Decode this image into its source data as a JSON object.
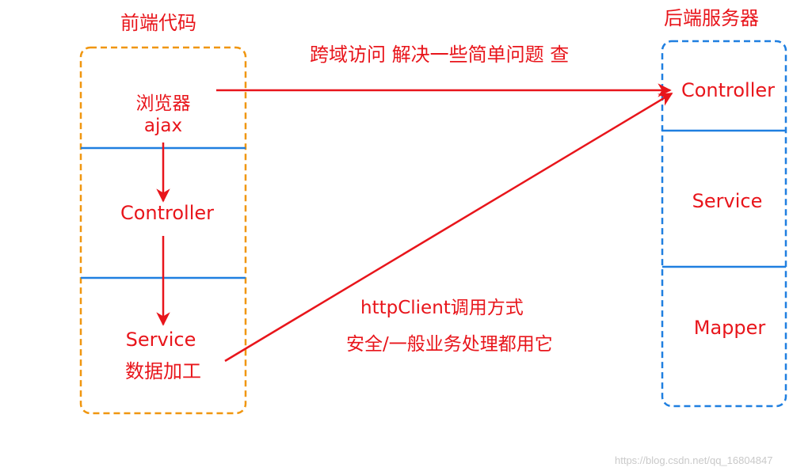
{
  "frontend": {
    "title": "前端代码",
    "section_browser": "浏览器",
    "section_browser_sub": "ajax",
    "section_controller": "Controller",
    "section_service": "Service",
    "section_service_sub": "数据加工"
  },
  "backend": {
    "title": "后端服务器",
    "section_controller": "Controller",
    "section_service": "Service",
    "section_mapper": "Mapper"
  },
  "annotations": {
    "cross_domain": "跨域访问  解决一些简单问题 查",
    "httpclient_line1": "httpClient调用方式",
    "httpclient_line2": "安全/一般业务处理都用它"
  },
  "watermark": "https://blog.csdn.net/qq_16804847",
  "colors": {
    "text": "#e8151b",
    "arrow": "#e8151b",
    "frontend_border": "#f0960f",
    "backend_border": "#1f7fe0",
    "divider": "#1f7fe0"
  }
}
